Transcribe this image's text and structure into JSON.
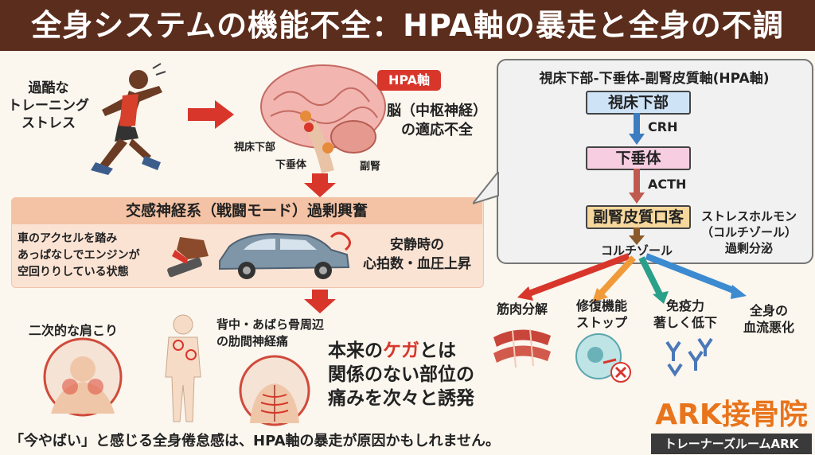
{
  "header": {
    "title": "全身システムの機能不全：HPA軸の暴走と全身の不調"
  },
  "colors": {
    "header_bg": "#5b2d1c",
    "accent_red": "#d8362b",
    "panel_bg": "#f1f1f1",
    "sympathetic_bg": "#fbe3d4",
    "brand_orange": "#e8741c"
  },
  "stress": {
    "line1": "過酷な",
    "line2": "トレーニング",
    "line3": "ストレス"
  },
  "brain": {
    "tag": "HPA軸",
    "label_hypothalamus": "視床下部",
    "label_pituitary": "下垂体",
    "label_adrenal": "副腎",
    "caption_line1": "脳（中枢神経）",
    "caption_line2": "の適応不全"
  },
  "sympathetic": {
    "title": "交感神経系（戦闘モード）過剰興奮",
    "metaphor_line1": "車のアクセルを踏み",
    "metaphor_line2": "あっぱなしでエンジンが",
    "metaphor_line3": "空回りりしている状態",
    "result_line1": "安静時の",
    "result_line2": "心拍数・血圧上昇"
  },
  "pain": {
    "shoulder": "二次的な肩こり",
    "back_line1": "背中・あばら骨周辺",
    "back_line2": "の肋間神経痛",
    "main_line1_a": "本来の",
    "main_line1_b": "ケガ",
    "main_line1_c": "とは",
    "main_line2": "関係のない部位の",
    "main_line3": "痛みを次々と誘発"
  },
  "hpa": {
    "title": "視床下部-下垂体-副腎皮質軸(HPA軸)",
    "node1": "視床下部",
    "hormone1": "CRH",
    "node2": "下垂体",
    "hormone2": "ACTH",
    "node3": "副腎皮質口客",
    "stress_hormone_line1": "ストレスホルモン",
    "stress_hormone_line2": "（コルチゾール）",
    "stress_hormone_line3": "過剰分泌",
    "output": "コルチゾール"
  },
  "effects": [
    {
      "line1": "筋肉分解",
      "line2": ""
    },
    {
      "line1": "修復機能",
      "line2": "ストップ"
    },
    {
      "line1": "免疫力",
      "line2": "著しく低下"
    },
    {
      "line1": "全身の",
      "line2": "血流悪化"
    }
  ],
  "footer": {
    "text": "「今やばい」と感じる全身倦怠感は、HPA軸の暴走が原因かもしれません。"
  },
  "brand": {
    "name": "ARK接骨院",
    "subtitle": "トレーナーズルームARK"
  }
}
